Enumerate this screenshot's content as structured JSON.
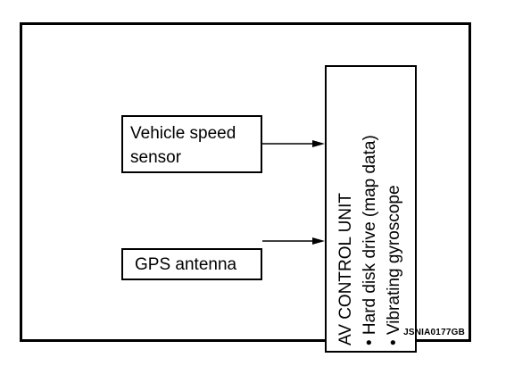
{
  "diagram": {
    "speed_sensor_line1": "Vehicle speed",
    "speed_sensor_line2": "sensor",
    "gps_antenna": "GPS antenna",
    "av_unit_title": "AV CONTROL UNIT",
    "av_unit_items": [
      "• Hard disk drive (map data)",
      "• Vibrating gyroscope"
    ],
    "figure_code": "JSNIA0177GB"
  }
}
